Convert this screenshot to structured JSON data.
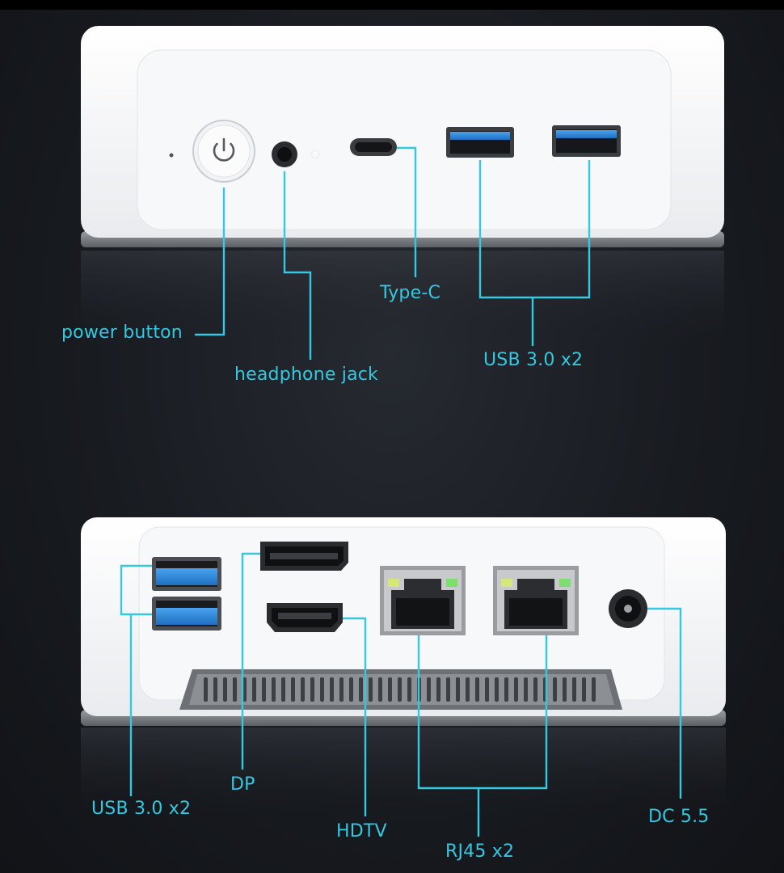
{
  "front_labels": {
    "power_button": "power button",
    "headphone_jack": "headphone jack",
    "type_c": "Type-C",
    "usb_front": "USB 3.0 x2"
  },
  "rear_labels": {
    "usb_rear": "USB 3.0 x2",
    "dp": "DP",
    "hdtv": "HDTV",
    "rj45": "RJ45 x2",
    "dc": "DC 5.5"
  },
  "colors": {
    "accent": "#35c8e0",
    "background": "#181b20",
    "case_white": "#f4f5f6",
    "usb_blue": "#2f86d6"
  }
}
